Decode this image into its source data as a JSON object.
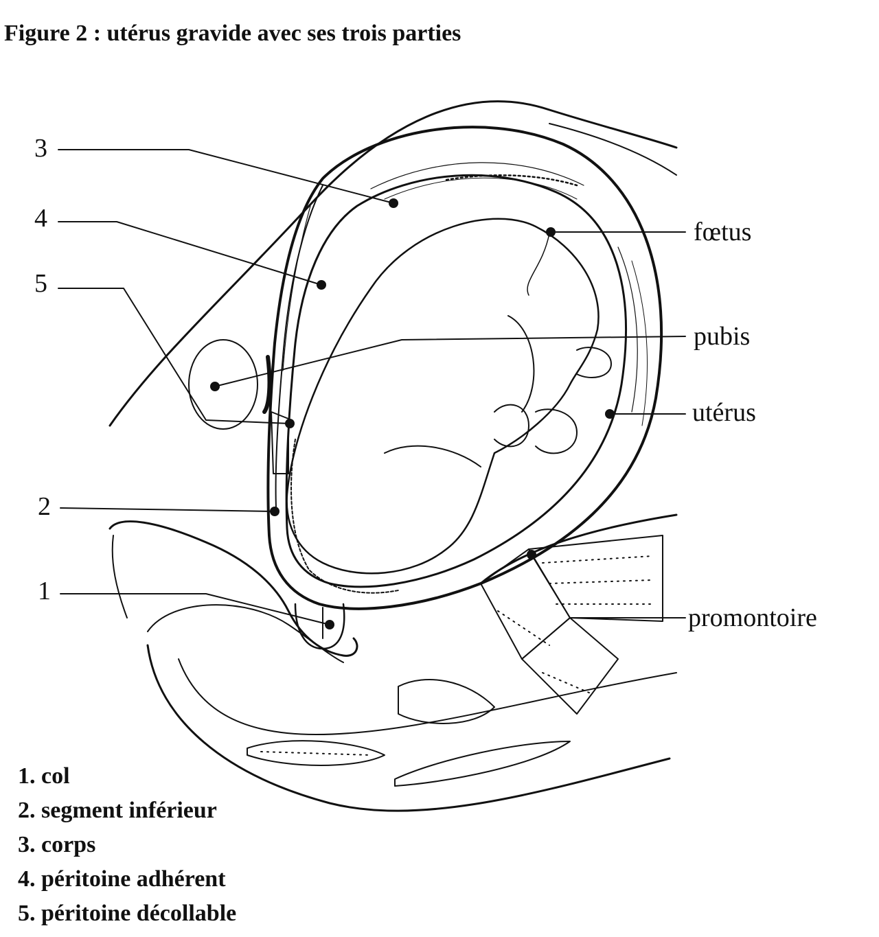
{
  "title": "Figure 2 : utérus gravide avec ses trois parties",
  "callouts": {
    "n3": "3",
    "n4": "4",
    "n5": "5",
    "n2": "2",
    "n1": "1",
    "foetus": "fœtus",
    "pubis": "pubis",
    "uterus": "utérus",
    "promontoire": "promontoire"
  },
  "legend": [
    {
      "text": "1. col"
    },
    {
      "text": "2. segment inférieur"
    },
    {
      "text": "3. corps"
    },
    {
      "text": "4. péritoine adhérent"
    },
    {
      "text": "5. péritoine décollable"
    }
  ],
  "colors": {
    "line": "#111111",
    "background": "#ffffff"
  }
}
